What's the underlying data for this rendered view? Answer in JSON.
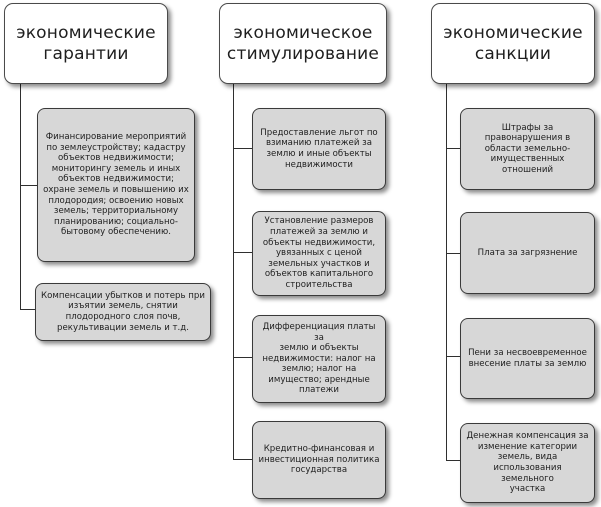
{
  "columns": [
    {
      "header": "экономические\nгарантии",
      "items": [
        "Финансирование мероприятий\nпо землеустройству; кадастру\nобъектов недвижимости;\nмониторингу земель и иных\nобъектов недвижимости;\nохране земель и повышению их\nплодородия; освоению новых\nземель; территориальному\nпланированию; социально-\nбытовому обеспечению.",
        "Компенсации убытков и потерь при\nизъятии земель, снятии\nплодородного слоя почв,\nрекультивации земель и т.д."
      ]
    },
    {
      "header": "экономическое\nстимулирование",
      "items": [
        "Предоставление льгот по\nвзиманию платежей за\nземлю и иные объекты\nнедвижимости",
        "Установление размеров\nплатежей за землю и\nобъекты недвижимости,\nувязанных с ценой\nземельных участков и\nобъектов капитального\nстроительства",
        "Дифференциация платы за\nземлю и объекты\nнедвижимости: налог на\nземлю; налог на\nимущество; арендные\nплатежи",
        "Кредитно-финансовая и\nинвестиционная политика\nгосударства"
      ]
    },
    {
      "header": "экономические\nсанкции",
      "items": [
        "Штрафы за\nправонарушения в\nобласти земельно-\nимущественных\nотношений",
        "Плата за загрязнение",
        "Пени за несвоевременное\nвнесение платы за землю",
        "Денежная компенсация за\nизменение категории\nземель, вида\nиспользования земельного\nучастка"
      ]
    }
  ]
}
